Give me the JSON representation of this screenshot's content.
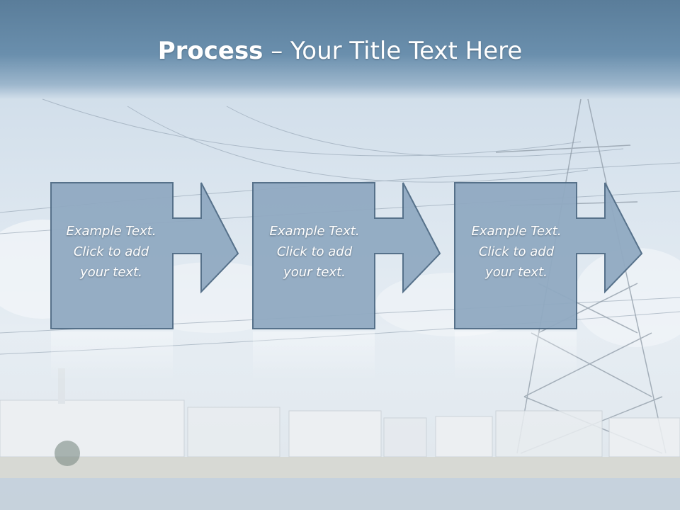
{
  "slide": {
    "title_bold": "Process",
    "title_rest": " – Your Title Text Here"
  },
  "steps": [
    {
      "line1": "Example Text.",
      "line2": "Click  to add",
      "line3": "your text."
    },
    {
      "line1": "Example Text.",
      "line2": "Click  to add",
      "line3": "your text."
    },
    {
      "line1": "Example Text.",
      "line2": "Click  to add",
      "line3": "your text."
    }
  ],
  "colors": {
    "header": "#5a7d9a",
    "box_fill": "#91aac2",
    "box_stroke": "#4f6b85",
    "text": "#ffffff"
  }
}
